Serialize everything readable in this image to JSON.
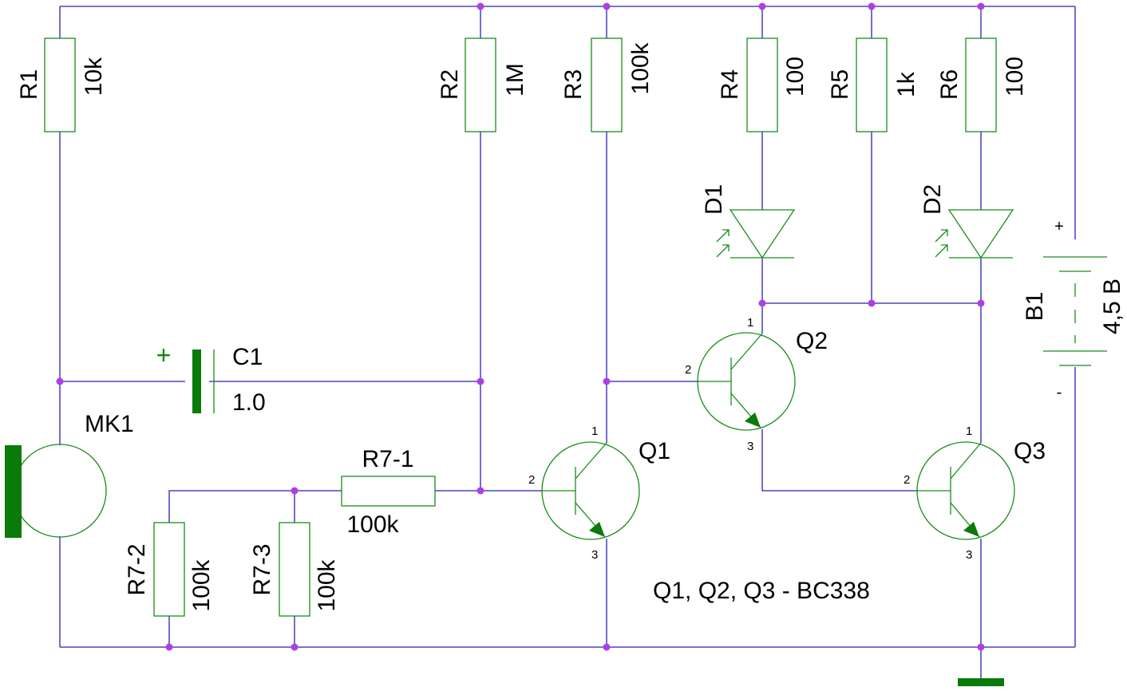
{
  "colors": {
    "wire": "#2323b4",
    "component": "#1a8c1a",
    "component_fill": "#0a7a0a",
    "junction": "#b03ee8",
    "text": "#000000"
  },
  "resistors": [
    {
      "ref": "R1",
      "value": "10k"
    },
    {
      "ref": "R2",
      "value": "1M"
    },
    {
      "ref": "R3",
      "value": "100k"
    },
    {
      "ref": "R4",
      "value": "100"
    },
    {
      "ref": "R5",
      "value": "1k"
    },
    {
      "ref": "R6",
      "value": "100"
    },
    {
      "ref": "R7-1",
      "value": "100k"
    },
    {
      "ref": "R7-2",
      "value": "100k"
    },
    {
      "ref": "R7-3",
      "value": "100k"
    }
  ],
  "capacitor": {
    "ref": "C1",
    "value": "1.0",
    "polarity": "+"
  },
  "microphone": {
    "ref": "MK1"
  },
  "diodes": [
    {
      "ref": "D1"
    },
    {
      "ref": "D2"
    }
  ],
  "battery": {
    "ref": "B1",
    "value": "4,5 В",
    "plus": "+",
    "minus": "-"
  },
  "transistors": [
    {
      "ref": "Q1",
      "pin_collector": "1",
      "pin_base": "2",
      "pin_emitter": "3"
    },
    {
      "ref": "Q2",
      "pin_collector": "1",
      "pin_base": "2",
      "pin_emitter": "3"
    },
    {
      "ref": "Q3",
      "pin_collector": "1",
      "pin_base": "2",
      "pin_emitter": "3"
    }
  ],
  "note": "Q1, Q2, Q3 - BC338"
}
